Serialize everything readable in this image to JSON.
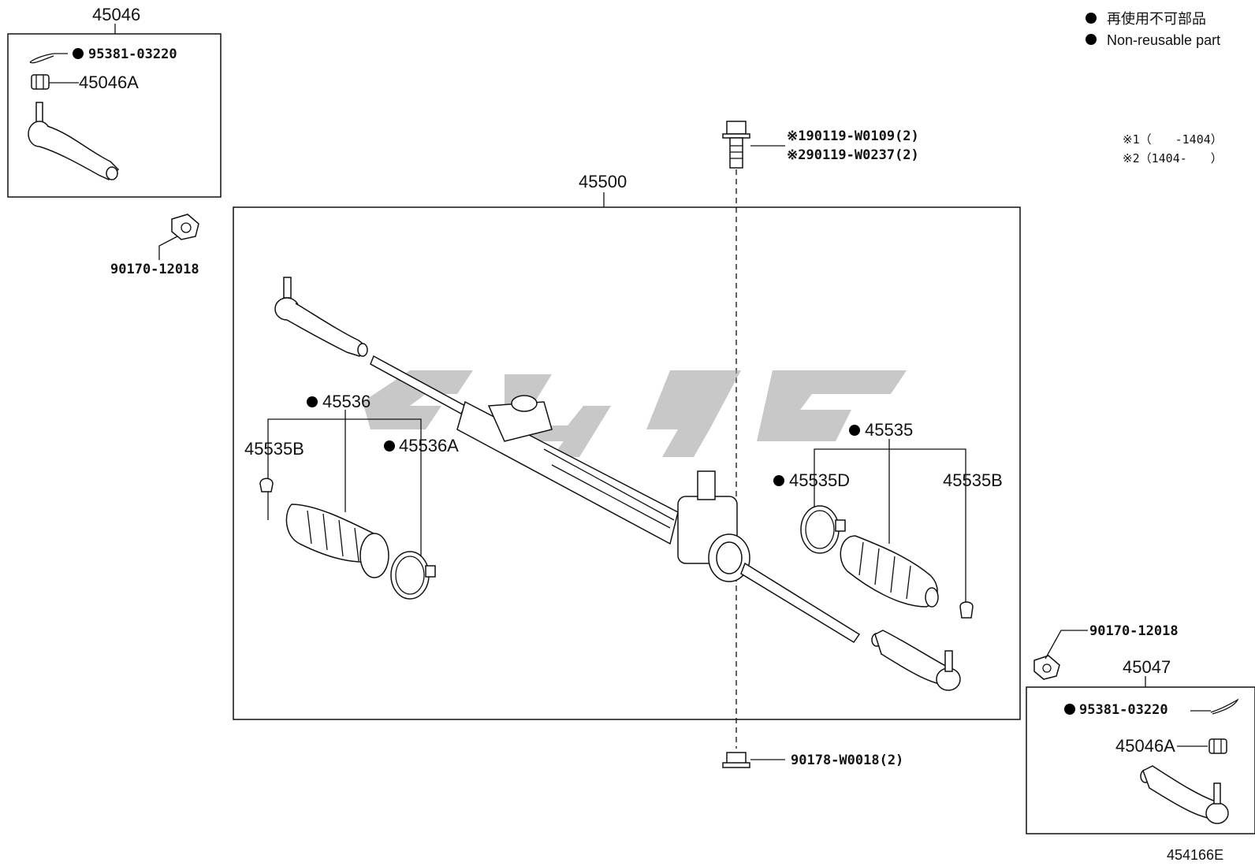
{
  "legend": {
    "marker_color": "#000000",
    "label_ja": "再使用不可部品",
    "label_en": "Non-reusable part"
  },
  "notes": {
    "n1": "※1（　　-1404）",
    "n2": "※2（1404-　　）"
  },
  "callouts": {
    "tie_rod_end_lh_assy": "45046",
    "cotter_pin_top": "95381-03220",
    "nut_top": "45046A",
    "nut_left": "90170-12018",
    "gear_assy": "45500",
    "bolt_1": "※190119-W0109(2)",
    "bolt_2": "※290119-W0237(2)",
    "boot_lh": "45536",
    "clip_lh": "45535B",
    "clamp_lh": "45536A",
    "boot_rh": "45535",
    "clamp_rh": "45535D",
    "clip_rh": "45535B",
    "nut_right": "90170-12018",
    "tie_rod_end_rh_assy": "45047",
    "cotter_pin_bottom": "95381-03220",
    "nut_bottom": "45046A",
    "nut_gear": "90178-W0018(2)"
  },
  "diagram_id": "454166E"
}
